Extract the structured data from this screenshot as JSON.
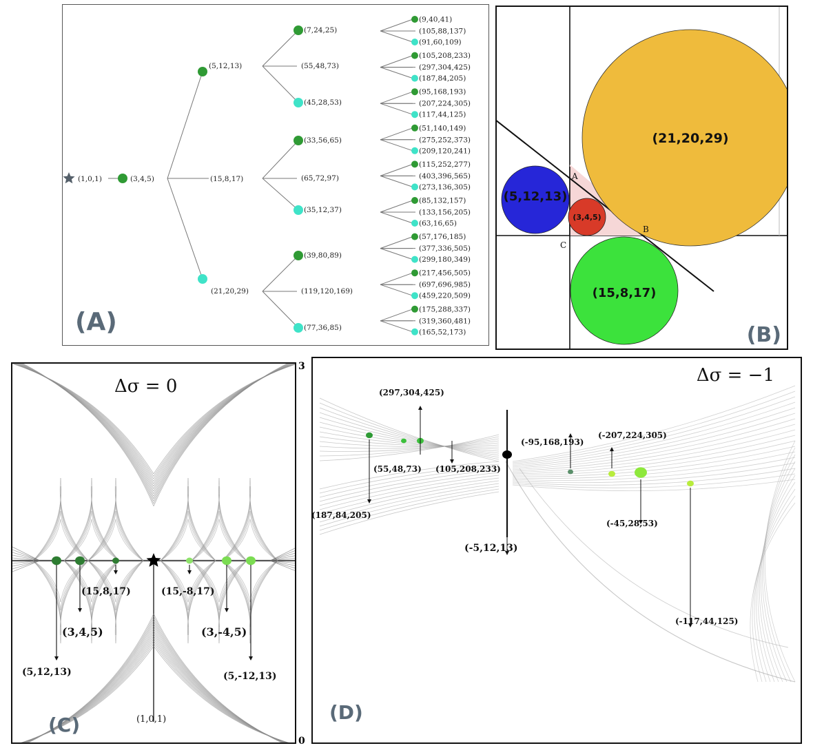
{
  "panel_labels": {
    "a": "(A)",
    "b": "(B)",
    "c": "(C)",
    "d": "(D)"
  },
  "tree": {
    "root": "(1,0,1)",
    "level1": "(3,4,5)",
    "level2": [
      "(5,12,13)",
      "(15,8,17)",
      "(21,20,29)"
    ],
    "level3": [
      "(7,24,25)",
      "(55,48,73)",
      "(45,28,53)",
      "(33,56,65)",
      "(65,72,97)",
      "(35,12,37)",
      "(39,80,89)",
      "(119,120,169)",
      "(77,36,85)"
    ],
    "level4": [
      "(9,40,41)",
      "(105,88,137)",
      "(91,60,109)",
      "(105,208,233)",
      "(297,304,425)",
      "(187,84,205)",
      "(95,168,193)",
      "(207,224,305)",
      "(117,44,125)",
      "(51,140,149)",
      "(275,252,373)",
      "(209,120,241)",
      "(115,252,277)",
      "(403,396,565)",
      "(273,136,305)",
      "(85,132,157)",
      "(133,156,205)",
      "(63,16,65)",
      "(57,176,185)",
      "(377,336,505)",
      "(299,180,349)",
      "(217,456,505)",
      "(697,696,985)",
      "(459,220,509)",
      "(175,288,337)",
      "(319,360,481)",
      "(165,52,173)"
    ],
    "colors": {
      "dark": "#2f9a34",
      "light": "#3fe3c8",
      "star": "#55606a",
      "line": "#777777"
    }
  },
  "circles": {
    "orange": "(21,20,29)",
    "blue": "(5,12,13)",
    "red": "(3,4,5)",
    "green": "(15,8,17)",
    "point_a": "A",
    "point_b": "B",
    "point_c": "C",
    "colors": {
      "orange": "#efbb3c",
      "blue": "#2626d8",
      "red": "#d83a28",
      "green": "#3ce23c",
      "pink": "#f6d7d7"
    }
  },
  "fractal_c": {
    "title": "Δσ = 0",
    "labels": [
      "(15,8,17)",
      "(15,-8,17)",
      "(3,4,5)",
      "(3,-4,5)",
      "(5,12,13)",
      "(5,-12,13)",
      "(1,0,1)"
    ],
    "axis_top": "3",
    "axis_bottom": "0"
  },
  "fractal_d": {
    "title": "Δσ = −1",
    "labels": [
      "(297,304,425)",
      "(55,48,73)",
      "(105,208,233)",
      "(187,84,205)",
      "(-95,168,193)",
      "(-207,224,305)",
      "(-45,28,53)",
      "(-5,12,13)",
      "(-117,44,125)"
    ]
  }
}
